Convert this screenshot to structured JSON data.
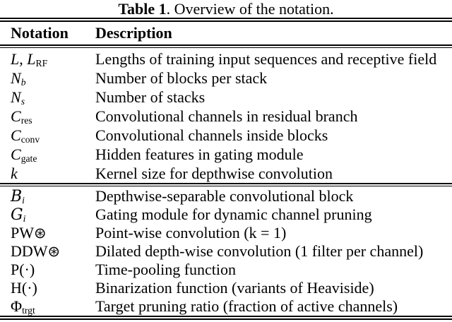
{
  "page": {
    "background_color": "#ffffff",
    "text_color": "#000000",
    "rule_color": "#000000"
  },
  "caption": {
    "label": "Table 1",
    "text": ". Overview of the notation."
  },
  "table": {
    "columns": [
      {
        "key": "notation",
        "label": "Notation"
      },
      {
        "key": "description",
        "label": "Description"
      }
    ],
    "sections": [
      {
        "rows": [
          {
            "notation": [
              {
                "t": "L",
                "k": "it"
              },
              {
                "t": ", ",
                "k": "rm"
              },
              {
                "t": "L",
                "k": "it"
              },
              {
                "t": "RF",
                "k": "sub"
              }
            ],
            "description": "Lengths of training input sequences and receptive field"
          },
          {
            "notation": [
              {
                "t": "N",
                "k": "it"
              },
              {
                "t": "b",
                "k": "subit"
              }
            ],
            "description": "Number of blocks per stack"
          },
          {
            "notation": [
              {
                "t": "N",
                "k": "it"
              },
              {
                "t": "s",
                "k": "subit"
              }
            ],
            "description": "Number of stacks"
          },
          {
            "notation": [
              {
                "t": "C",
                "k": "it"
              },
              {
                "t": "res",
                "k": "sub"
              }
            ],
            "description": "Convolutional channels in residual branch"
          },
          {
            "notation": [
              {
                "t": "C",
                "k": "it"
              },
              {
                "t": "conv",
                "k": "sub"
              }
            ],
            "description": "Convolutional channels inside blocks"
          },
          {
            "notation": [
              {
                "t": "C",
                "k": "it"
              },
              {
                "t": "gate",
                "k": "sub"
              }
            ],
            "description": "Hidden features in gating module"
          },
          {
            "notation": [
              {
                "t": "k",
                "k": "it"
              }
            ],
            "description": "Kernel size for depthwise convolution"
          }
        ]
      },
      {
        "rows": [
          {
            "notation": [
              {
                "t": "B",
                "k": "cal"
              },
              {
                "t": "i",
                "k": "subit"
              }
            ],
            "description": "Depthwise-separable convolutional block"
          },
          {
            "notation": [
              {
                "t": "G",
                "k": "cal"
              },
              {
                "t": "i",
                "k": "subit"
              }
            ],
            "description": "Gating module for dynamic channel pruning"
          },
          {
            "notation": [
              {
                "t": "PW",
                "k": "rm"
              },
              {
                "t": "⊛",
                "k": "sym"
              }
            ],
            "description": "Point-wise convolution (k = 1)"
          },
          {
            "notation": [
              {
                "t": "DDW",
                "k": "rm"
              },
              {
                "t": "⊛",
                "k": "sym"
              }
            ],
            "description": "Dilated depth-wise convolution (1 filter per channel)"
          },
          {
            "notation": [
              {
                "t": "P(·)",
                "k": "rm"
              }
            ],
            "description": "Time-pooling function"
          },
          {
            "notation": [
              {
                "t": "H(·)",
                "k": "rm"
              }
            ],
            "description": "Binarization function (variants of Heaviside)"
          },
          {
            "notation": [
              {
                "t": "Φ",
                "k": "rm"
              },
              {
                "t": "trgt",
                "k": "sub"
              }
            ],
            "description": "Target pruning ratio (fraction of active channels)"
          }
        ]
      }
    ]
  }
}
